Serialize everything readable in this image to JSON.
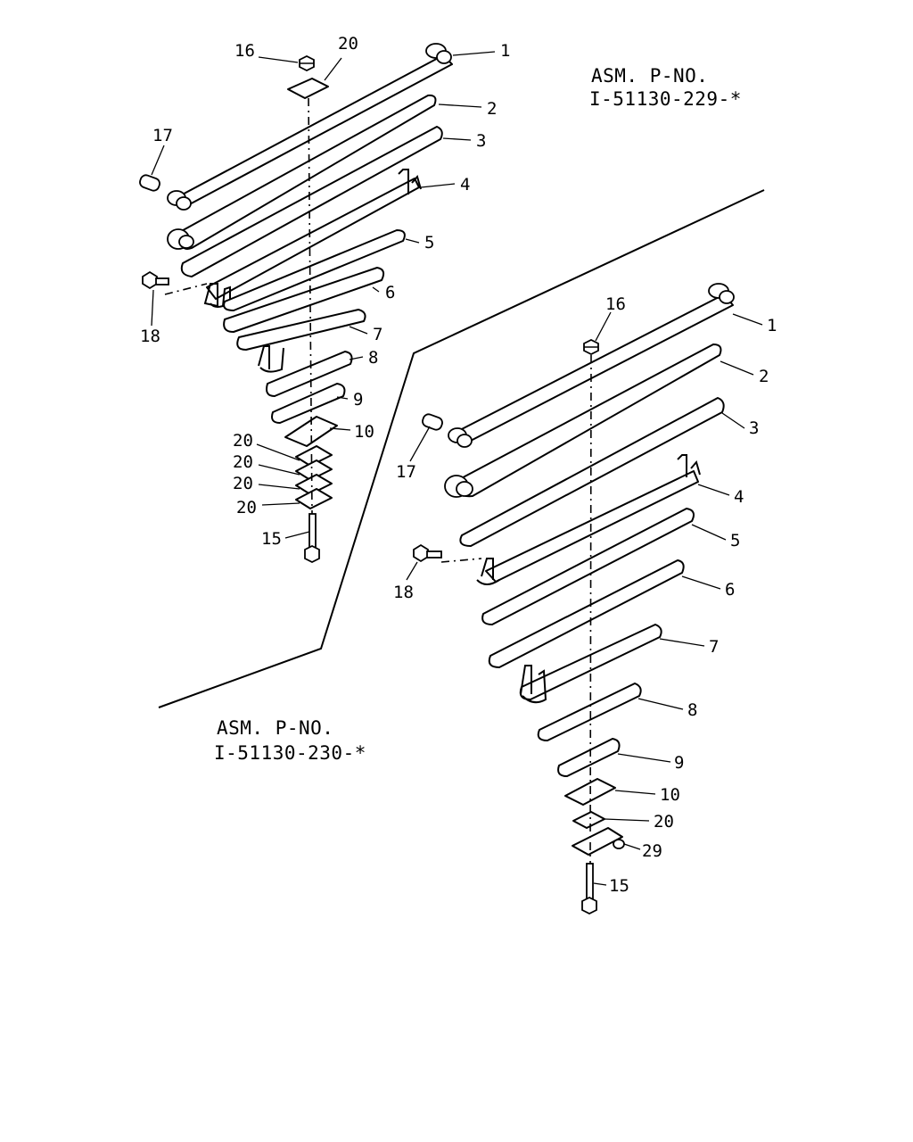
{
  "assemblies": [
    {
      "id": "asm-230",
      "title_line1": "ASM. P-NO.",
      "title_line2": "I-51130-230-*",
      "callouts": [
        {
          "num": "1"
        },
        {
          "num": "2"
        },
        {
          "num": "3"
        },
        {
          "num": "4"
        },
        {
          "num": "5"
        },
        {
          "num": "6"
        },
        {
          "num": "7"
        },
        {
          "num": "8"
        },
        {
          "num": "9"
        },
        {
          "num": "10"
        },
        {
          "num": "15"
        },
        {
          "num": "16"
        },
        {
          "num": "17"
        },
        {
          "num": "18"
        },
        {
          "num": "20"
        },
        {
          "num": "20"
        },
        {
          "num": "20"
        },
        {
          "num": "20"
        },
        {
          "num": "20"
        }
      ]
    },
    {
      "id": "asm-229",
      "title_line1": "ASM. P-NO.",
      "title_line2": "I-51130-229-*",
      "callouts": [
        {
          "num": "1"
        },
        {
          "num": "2"
        },
        {
          "num": "3"
        },
        {
          "num": "4"
        },
        {
          "num": "5"
        },
        {
          "num": "6"
        },
        {
          "num": "7"
        },
        {
          "num": "8"
        },
        {
          "num": "9"
        },
        {
          "num": "10"
        },
        {
          "num": "15"
        },
        {
          "num": "16"
        },
        {
          "num": "17"
        },
        {
          "num": "18"
        },
        {
          "num": "20"
        },
        {
          "num": "29"
        }
      ]
    }
  ]
}
